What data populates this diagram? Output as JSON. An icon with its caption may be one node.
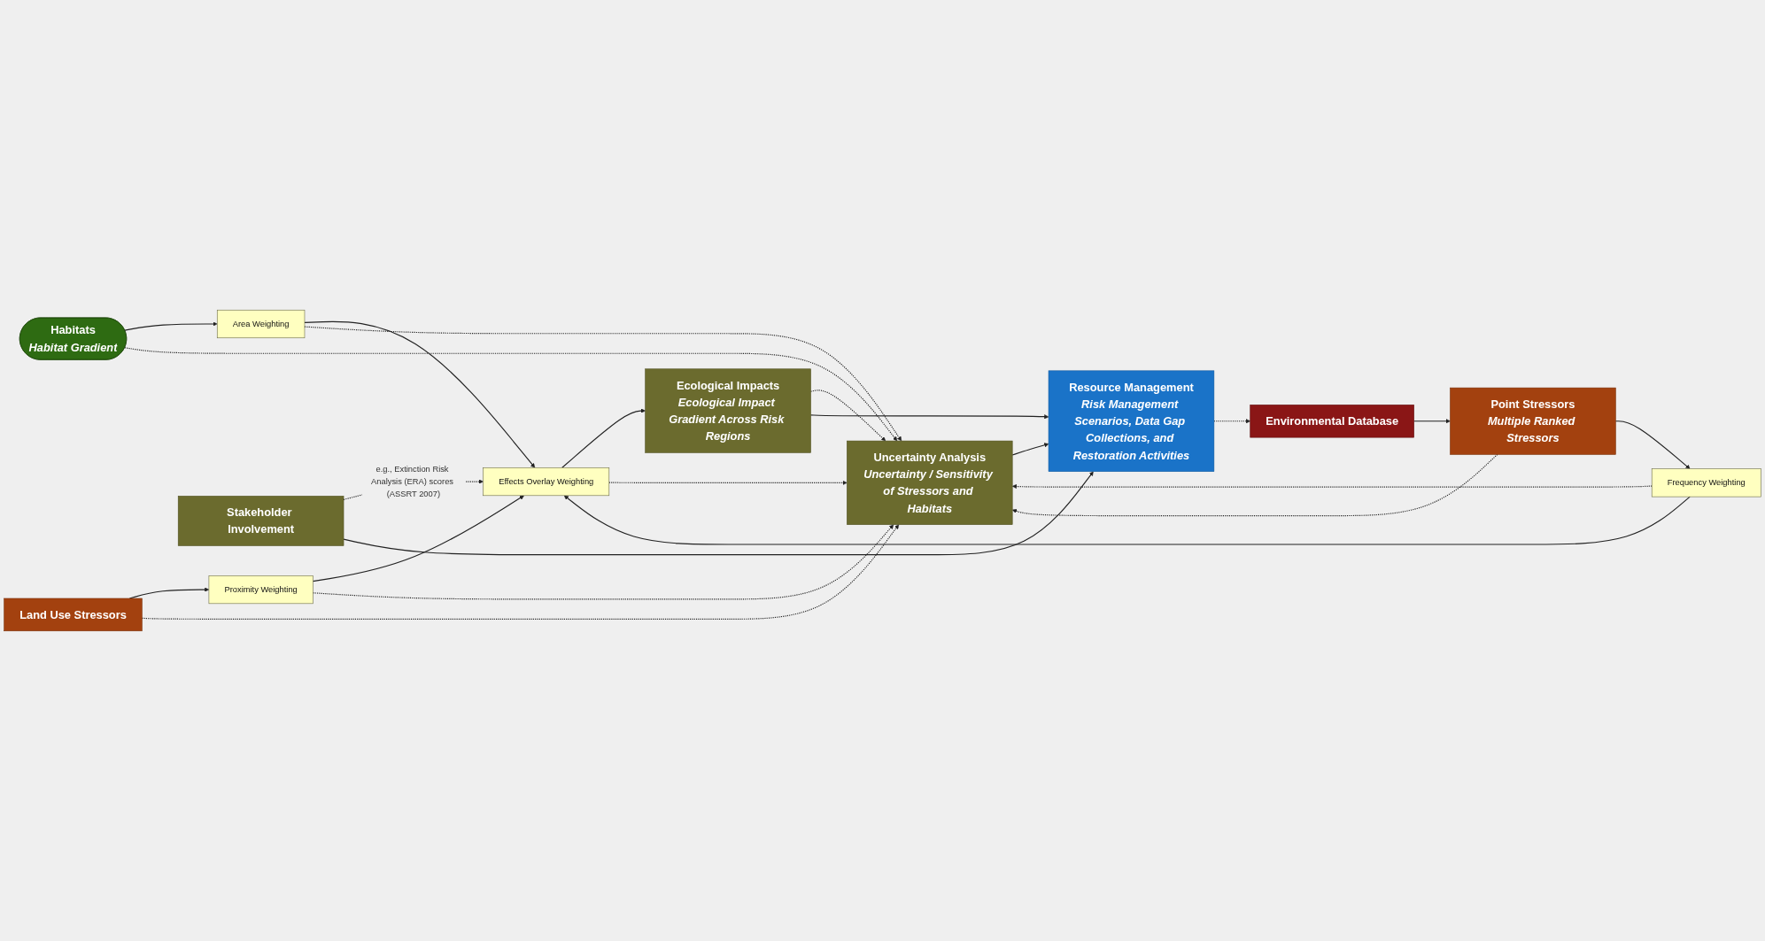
{
  "diagram": {
    "nodes": [
      {
        "text": [
          "Habitats",
          "Habitat Gradient"
        ]
      },
      {
        "text": [
          "Land Use Stressors"
        ]
      },
      {
        "text": [
          "Point Stressors",
          "Multiple Ranked Stressors"
        ]
      },
      {
        "text": [
          "Area Weighting"
        ]
      },
      {
        "text": [
          "Proximity Weighting"
        ]
      },
      {
        "text": [
          "Frequency Weighting"
        ]
      },
      {
        "text": [
          "Effects Overlay Weighting"
        ]
      },
      {
        "text": [
          "Uncertainty Analysis",
          "Uncertainty / Sensitivity of Stressors and Habitats"
        ]
      },
      {
        "text": [
          "Ecological Impacts",
          "Ecological Impact Gradient Across Risk Regions"
        ]
      },
      {
        "text": [
          "Stakeholder Involvement"
        ]
      },
      {
        "text": [
          "Resource Management",
          "Risk Management Scenarios, Data Gap Collections, and Restoration Activities"
        ]
      },
      {
        "text": [
          "Environmental Database"
        ]
      }
    ],
    "edges": [
      {
        "from": 0,
        "to": 3,
        "arrow": "to"
      },
      {
        "from": 1,
        "to": 4,
        "arrow": "to"
      },
      {
        "from": 2,
        "to": 5,
        "arrow": "to"
      },
      {
        "from": 3,
        "to": 6,
        "arrow": "to"
      },
      {
        "from": 4,
        "to": 6,
        "arrow": "to"
      },
      {
        "from": 5,
        "to": 6,
        "arrow": "to"
      },
      {
        "from": 6,
        "to": 8,
        "arrow": "to"
      },
      {
        "from": 8,
        "to": 7,
        "arrow": "to",
        "style": "dashed"
      },
      {
        "from": 9,
        "to": 6,
        "arrow": "to",
        "style": "dashed",
        "label": "e.g., Extinction Risk Analysis (ERA) scores (ASSRT 2007)"
      },
      {
        "from": 0,
        "to": 7,
        "arrow": "to",
        "style": "dashed"
      },
      {
        "from": 1,
        "to": 7,
        "arrow": "to",
        "style": "dashed"
      },
      {
        "from": 2,
        "to": 7,
        "arrow": "to",
        "style": "dashed"
      },
      {
        "from": 3,
        "to": 7,
        "arrow": "to",
        "style": "dashed"
      },
      {
        "from": 4,
        "to": 7,
        "arrow": "to",
        "style": "dashed"
      },
      {
        "from": 5,
        "to": 7,
        "arrow": "to",
        "style": "dashed"
      },
      {
        "from": 6,
        "to": 7,
        "arrow": "to",
        "style": "dashed"
      },
      {
        "from": 7,
        "to": 10,
        "arrow": "to"
      },
      {
        "from": 8,
        "to": 10,
        "arrow": "to"
      },
      {
        "from": 9,
        "to": 10,
        "arrow": "to"
      },
      {
        "from": 10,
        "to": 11,
        "arrow": "to",
        "style": "dashed"
      },
      {
        "from": 11,
        "to": 2,
        "arrow": "to"
      }
    ]
  }
}
